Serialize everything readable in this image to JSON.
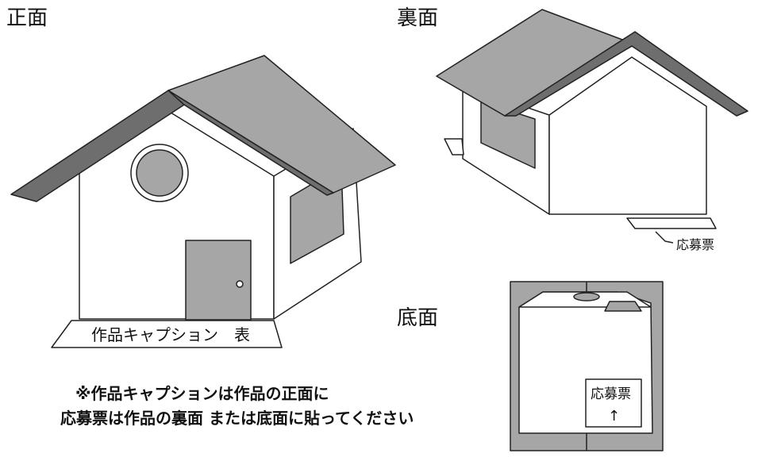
{
  "labels": {
    "front": "正面",
    "back": "裏面",
    "bottom": "底面"
  },
  "caption_label": "作品キャプション　表",
  "entry_form_label": "応募票",
  "entry_form_arrow": "↑",
  "notes": {
    "line1": "※作品キャプションは作品の正面に",
    "line2": "応募票は作品の裏面 または底面に貼ってください"
  },
  "colors": {
    "roof": "#a6a6a6",
    "roof_edge": "#6e6e6e",
    "wall": "#ffffff",
    "outline": "#222222",
    "window": "#a6a6a6"
  }
}
